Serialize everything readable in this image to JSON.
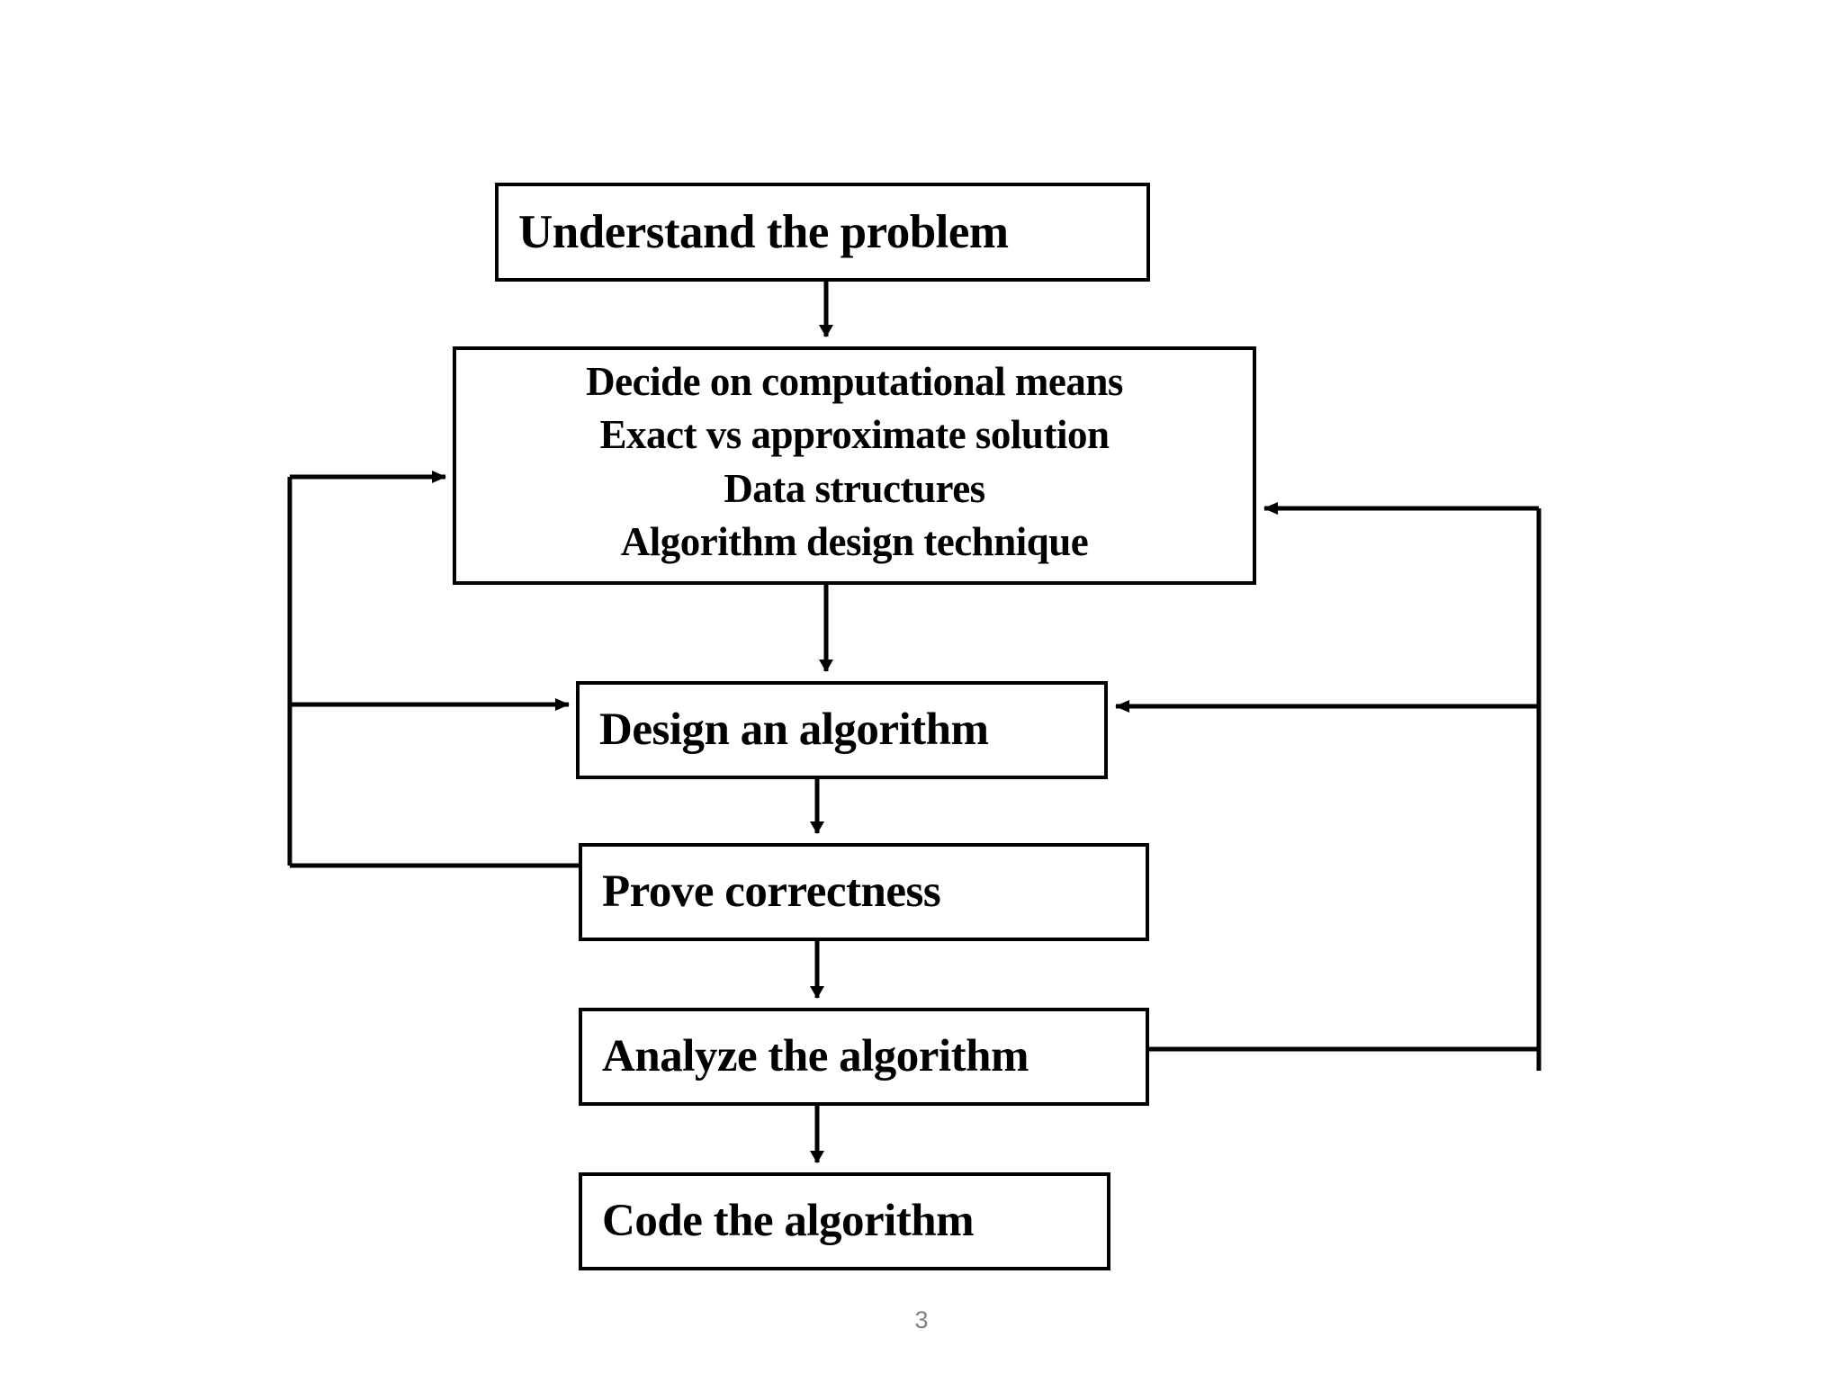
{
  "slide": {
    "page_number": "3",
    "background_color": "#ffffff",
    "line_color": "#000000",
    "text_color": "#000000",
    "page_number_color": "#808080"
  },
  "flowchart": {
    "type": "flowchart",
    "orientation": "top-to-bottom",
    "nodes": [
      {
        "id": "understand",
        "label": "Understand the problem",
        "lines": [
          "Understand the problem"
        ]
      },
      {
        "id": "decide",
        "label": "Decide on computational means\nExact vs approximate solution\nData structures\nAlgorithm design technique",
        "lines": [
          "Decide on computational means",
          "Exact vs approximate solution",
          "Data structures",
          "Algorithm design technique"
        ]
      },
      {
        "id": "design",
        "label": "Design an algorithm",
        "lines": [
          "Design an algorithm"
        ]
      },
      {
        "id": "prove",
        "label": "Prove correctness",
        "lines": [
          "Prove correctness"
        ]
      },
      {
        "id": "analyze",
        "label": "Analyze the algorithm",
        "lines": [
          "Analyze the algorithm"
        ]
      },
      {
        "id": "code",
        "label": "Code the algorithm",
        "lines": [
          "Code the algorithm"
        ]
      }
    ],
    "edges": [
      {
        "id": "e1",
        "from": "understand",
        "to": "decide",
        "kind": "forward",
        "arrow": "down"
      },
      {
        "id": "e2",
        "from": "decide",
        "to": "design",
        "kind": "forward",
        "arrow": "down"
      },
      {
        "id": "e3",
        "from": "design",
        "to": "prove",
        "kind": "forward",
        "arrow": "down"
      },
      {
        "id": "e4",
        "from": "prove",
        "to": "analyze",
        "kind": "forward",
        "arrow": "down"
      },
      {
        "id": "e5",
        "from": "analyze",
        "to": "code",
        "kind": "forward",
        "arrow": "down"
      },
      {
        "id": "e6",
        "from": "prove",
        "to": "decide",
        "kind": "feedback-left",
        "arrow": "right"
      },
      {
        "id": "e7",
        "from": "prove",
        "to": "design",
        "kind": "feedback-left",
        "arrow": "right"
      },
      {
        "id": "e8",
        "from": "analyze",
        "to": "decide",
        "kind": "feedback-right",
        "arrow": "left"
      },
      {
        "id": "e9",
        "from": "analyze",
        "to": "design",
        "kind": "feedback-right",
        "arrow": "left"
      }
    ]
  }
}
